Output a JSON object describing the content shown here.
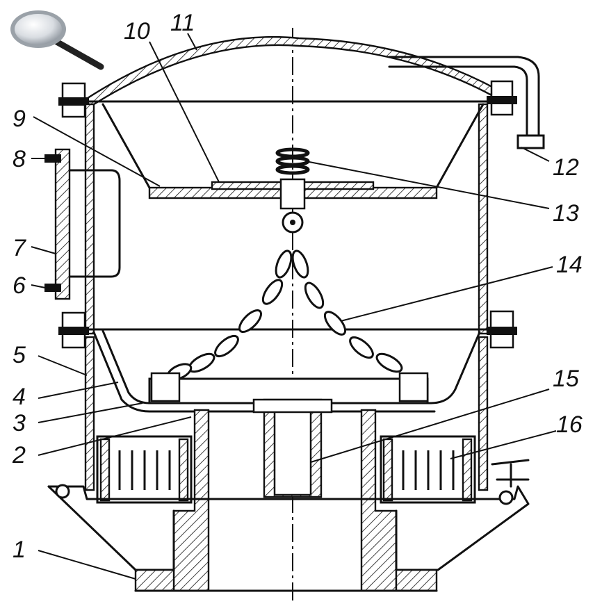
{
  "labels": {
    "l1": "1",
    "l2": "2",
    "l3": "3",
    "l4": "4",
    "l5": "5",
    "l6": "6",
    "l7": "7",
    "l8": "8",
    "l9": "9",
    "l10": "10",
    "l11": "11",
    "l12": "12",
    "l13": "13",
    "l14": "14",
    "l15": "15",
    "l16": "16"
  },
  "icons": {
    "zoom": "magnifier-icon"
  }
}
